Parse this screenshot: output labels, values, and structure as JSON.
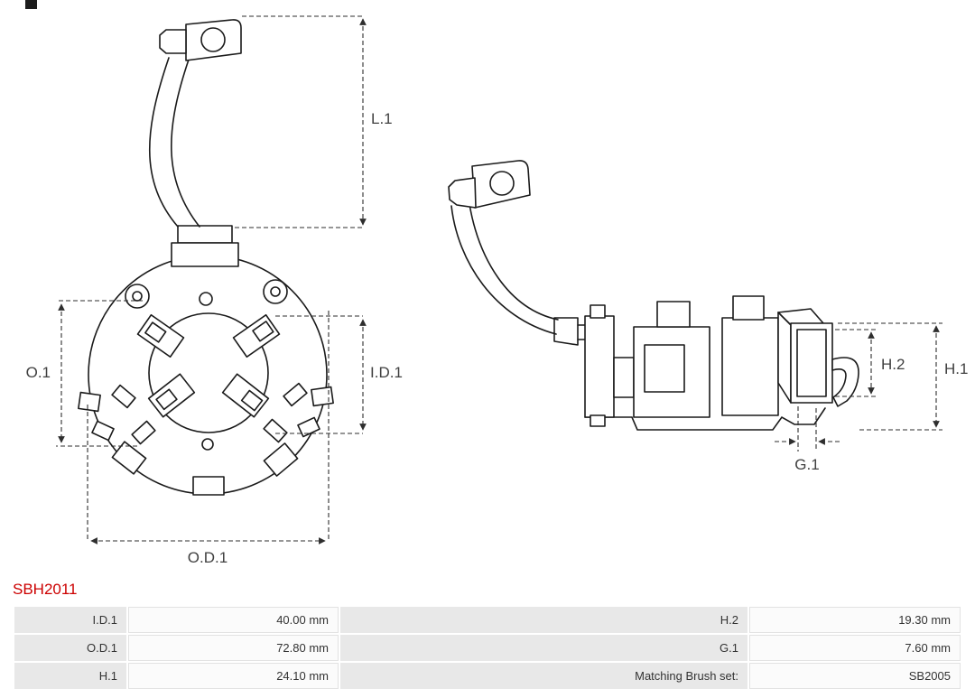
{
  "part_number": "SBH2011",
  "colors": {
    "part_number_text": "#cc0000",
    "drawing_stroke": "#1a1a1a",
    "dimension_lines": "#2e2e2e",
    "table_label_bg": "#e8e8e8",
    "table_value_bg": "#fbfbfb",
    "table_text": "#333333"
  },
  "dimensions": {
    "left_view": {
      "l1": "L.1",
      "o1": "O.1",
      "id1": "I.D.1",
      "od1": "O.D.1"
    },
    "right_view": {
      "h2": "H.2",
      "h1": "H.1",
      "g1": "G.1"
    }
  },
  "spec_table": {
    "rows": [
      {
        "label_left": "I.D.1",
        "value_left": "40.00 mm",
        "label_right": "H.2",
        "value_right": "19.30 mm"
      },
      {
        "label_left": "O.D.1",
        "value_left": "72.80 mm",
        "label_right": "G.1",
        "value_right": "7.60 mm"
      },
      {
        "label_left": "H.1",
        "value_left": "24.10 mm",
        "label_right": "Matching Brush set:",
        "value_right": "SB2005"
      }
    ]
  }
}
